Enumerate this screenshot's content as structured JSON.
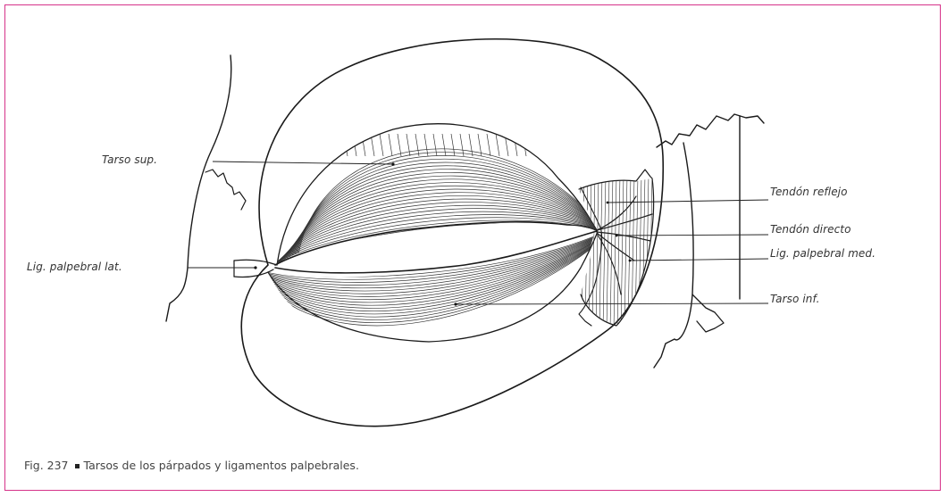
{
  "labels": {
    "tarso_sup": "Tarso sup.",
    "lig_palpebral_lat": "Lig. palpebral lat.",
    "tendon_reflejo": "Tendón reflejo",
    "tendon_directo": "Tendón directo",
    "lig_palpebral_med": "Lig. palpebral med.",
    "tarso_inf": "Tarso inf."
  },
  "caption": {
    "fig_number": "Fig. 237",
    "text": "Tarsos de los párpados y ligamentos palpebrales."
  },
  "colors": {
    "frame_border": "#d6338a",
    "line_art": "#1a1a1a"
  }
}
